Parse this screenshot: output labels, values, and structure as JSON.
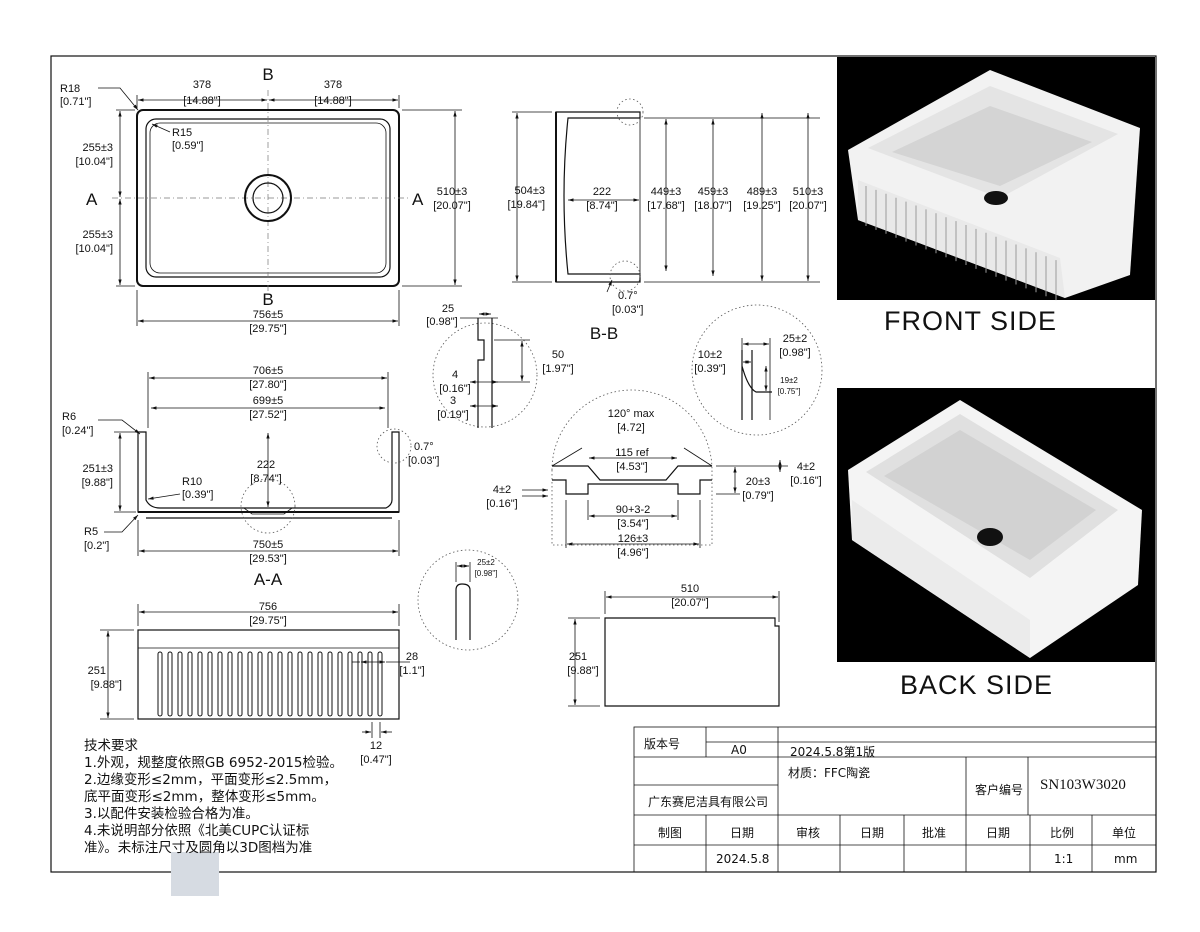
{
  "views": {
    "top": {
      "section_b": "B",
      "section_a": "A",
      "r18": "R18",
      "r18_in": "[0.71\"]",
      "r15": "R15",
      "r15_in": "[0.59\"]",
      "half_w": "378",
      "half_w_in": "[14.88\"]",
      "half_h": "255±3",
      "half_h_in": "[10.04\"]",
      "depth": "510±3",
      "depth_in": "[20.07\"]",
      "width": "756±5",
      "width_in": "[29.75\"]"
    },
    "bb": {
      "title": "B-B",
      "h504": "504±3",
      "h504_in": "[19.84\"]",
      "d222": "222",
      "d222_in": "[8.74\"]",
      "h449": "449±3",
      "h449_in": "[17.68\"]",
      "h459": "459±3",
      "h459_in": "[18.07\"]",
      "h489": "489±3",
      "h489_in": "[19.25\"]",
      "h510": "510±3",
      "h510_in": "[20.07\"]",
      "angle": "0.7°",
      "angle_in": "[0.03\"]"
    },
    "aa": {
      "title": "A-A",
      "r6": "R6",
      "r6_in": "[0.24\"]",
      "r10": "R10",
      "r10_in": "[0.39\"]",
      "r5": "R5",
      "r5_in": "[0.2\"]",
      "w706": "706±5",
      "w706_in": "[27.80\"]",
      "w699": "699±5",
      "w699_in": "[27.52\"]",
      "h251": "251±3",
      "h251_in": "[9.88\"]",
      "d222": "222",
      "d222_in": "[8.74\"]",
      "angle": "0.7°",
      "angle_in": "[0.03\"]",
      "w750": "750±5",
      "w750_in": "[29.53\"]"
    },
    "detail_rim": {
      "d25": "25",
      "d25_in": "[0.98\"]",
      "d50": "50",
      "d50_in": "[1.97\"]",
      "d4": "4",
      "d4_in": "[0.16\"]",
      "d3": "3",
      "d3_in": "[0.19\"]"
    },
    "detail_edge": {
      "d25": "25±2",
      "d25_in": "[0.98\"]",
      "d10": "10±2",
      "d10_in": "[0.39\"]",
      "d19": "19±2",
      "d19_in": "[0.75\"]"
    },
    "detail_drain": {
      "angle": "120° max",
      "angle_in": "[4.72]",
      "d115": "115 ref",
      "d115_in": "[4.53\"]",
      "d4a": "4±2",
      "d4a_in": "[0.16\"]",
      "d20": "20±3",
      "d20_in": "[0.79\"]",
      "d4b": "4±2",
      "d4b_in": "[0.16\"]",
      "d90": "90+3-2",
      "d90_in": "[3.54\"]",
      "d126": "126±3",
      "d126_in": "[4.96\"]"
    },
    "detail_small": {
      "d25": "25±2",
      "d25_in": "[0.98\"]"
    },
    "front": {
      "w756": "756",
      "w756_in": "[29.75\"]",
      "h251": "251",
      "h251_in": "[9.88\"]",
      "d28": "28",
      "d28_in": "[1.1\"]",
      "d12": "12",
      "d12_in": "[0.47\"]"
    },
    "side": {
      "w510": "510",
      "w510_in": "[20.07\"]",
      "h251": "251",
      "h251_in": "[9.88\"]"
    }
  },
  "photos": {
    "front_label": "FRONT  SIDE",
    "back_label": "BACK  SIDE",
    "background": "#000000"
  },
  "notes": {
    "title": "技术要求",
    "lines": [
      "1.外观，规整度依照GB 6952-2015检验。",
      "2.边缘变形≤2mm，平面变形≤2.5mm，",
      "底平面变形≤2mm，整体变形≤5mm。",
      "3.以配件安装检验合格为准。",
      "4.未说明部分依照《北美CUPC认证标",
      "准》。未标注尺寸及圆角以3D图档为准"
    ]
  },
  "title_block": {
    "version_label": "版本号",
    "version": "A0",
    "edition": "2024.5.8第1版",
    "material": "材质：FFC陶瓷",
    "customer_label": "客户编号",
    "customer_no": "SN103W3020",
    "company": "广东赛尼洁具有限公司",
    "drawn_label": "制图",
    "date_label_1": "日期",
    "review_label": "审核",
    "date_label_2": "日期",
    "approve_label": "批准",
    "date_label_3": "日期",
    "scale_label": "比例",
    "unit_label": "单位",
    "date_value": "2024.5.8",
    "scale": "1:1",
    "unit": "mm"
  }
}
